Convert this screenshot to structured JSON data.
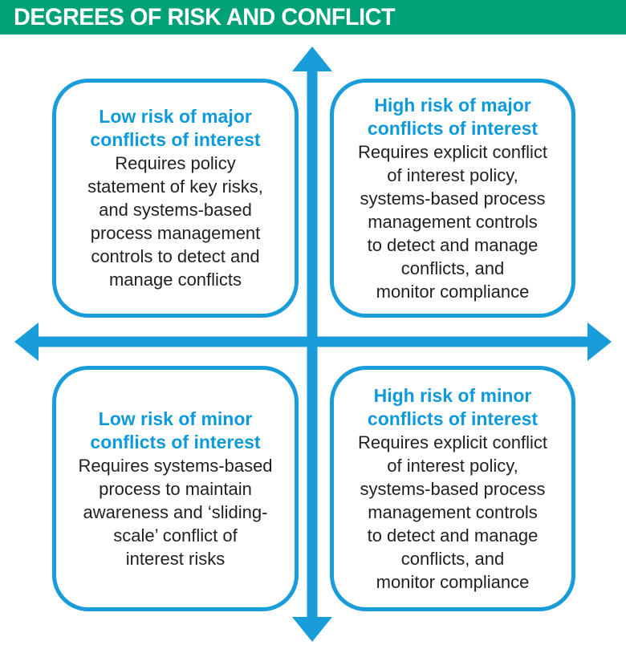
{
  "header": {
    "title": "DEGREES OF RISK AND CONFLICT"
  },
  "colors": {
    "header_green": "#00A177",
    "accent_blue": "#189CDA",
    "heading_blue": "#0E9ADA",
    "body_text": "#231F20"
  },
  "quadrants": {
    "top_left": {
      "heading": "Low risk of major\nconflicts of interest",
      "body": "Requires policy\nstatement of key risks,\nand systems-based\nprocess management\ncontrols to detect and\nmanage conflicts"
    },
    "top_right": {
      "heading": "High risk of major\nconflicts of interest",
      "body": "Requires explicit conflict\nof interest policy,\nsystems-based process\nmanagement controls\nto detect and manage\nconflicts, and\nmonitor compliance"
    },
    "bottom_left": {
      "heading": "Low risk of minor\nconflicts of interest",
      "body": "Requires systems-based\nprocess to maintain\nawareness and ‘sliding-\nscale’ conflict of\ninterest risks"
    },
    "bottom_right": {
      "heading": "High risk of minor\nconflicts of interest",
      "body": "Requires explicit conflict\nof interest policy,\nsystems-based process\nmanagement controls\nto detect and manage\nconflicts, and\nmonitor compliance"
    }
  }
}
